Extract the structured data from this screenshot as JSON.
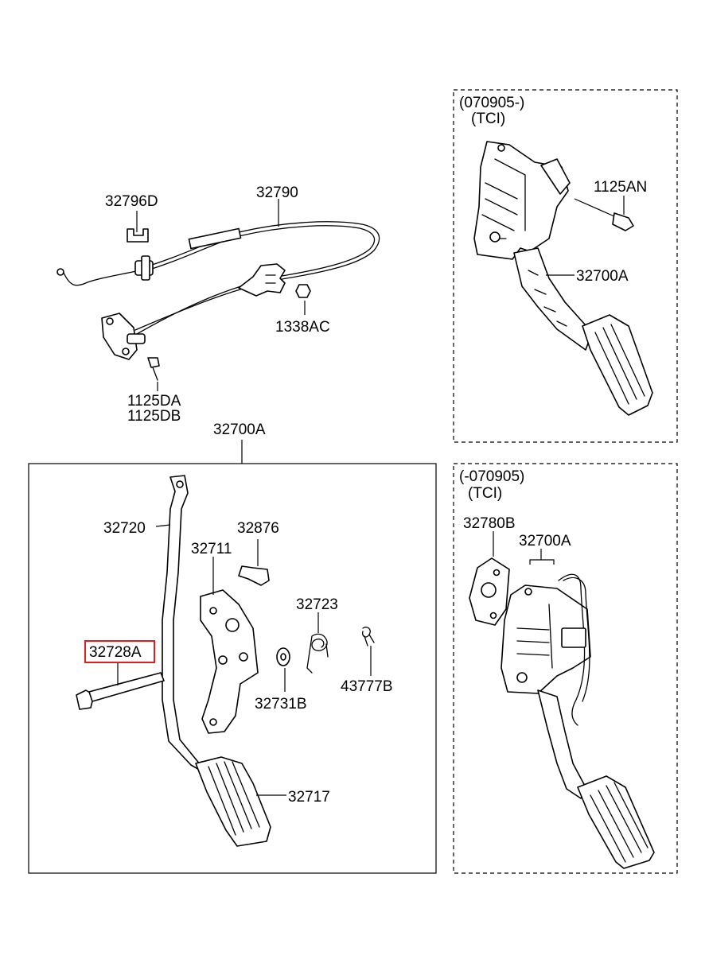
{
  "labels": {
    "p32796D": "32796D",
    "p32790": "32790",
    "p1338AC": "1338AC",
    "p1125DA": "1125DA",
    "p1125DB": "1125DB",
    "p32700A_main": "32700A",
    "p32720": "32720",
    "p32876": "32876",
    "p32711": "32711",
    "p32723": "32723",
    "p32728A": "32728A",
    "p43777B": "43777B",
    "p32731B": "32731B",
    "p32717": "32717"
  },
  "top_right": {
    "date_range": "(070905-)",
    "variant": "(TCI)",
    "p1125AN": "1125AN",
    "p32700A": "32700A"
  },
  "bottom_right": {
    "date_range": "(-070905)",
    "variant": "(TCI)",
    "p32780B": "32780B",
    "p32700A": "32700A"
  },
  "highlight": {
    "part": "32728A",
    "color": "#e11d1d"
  }
}
